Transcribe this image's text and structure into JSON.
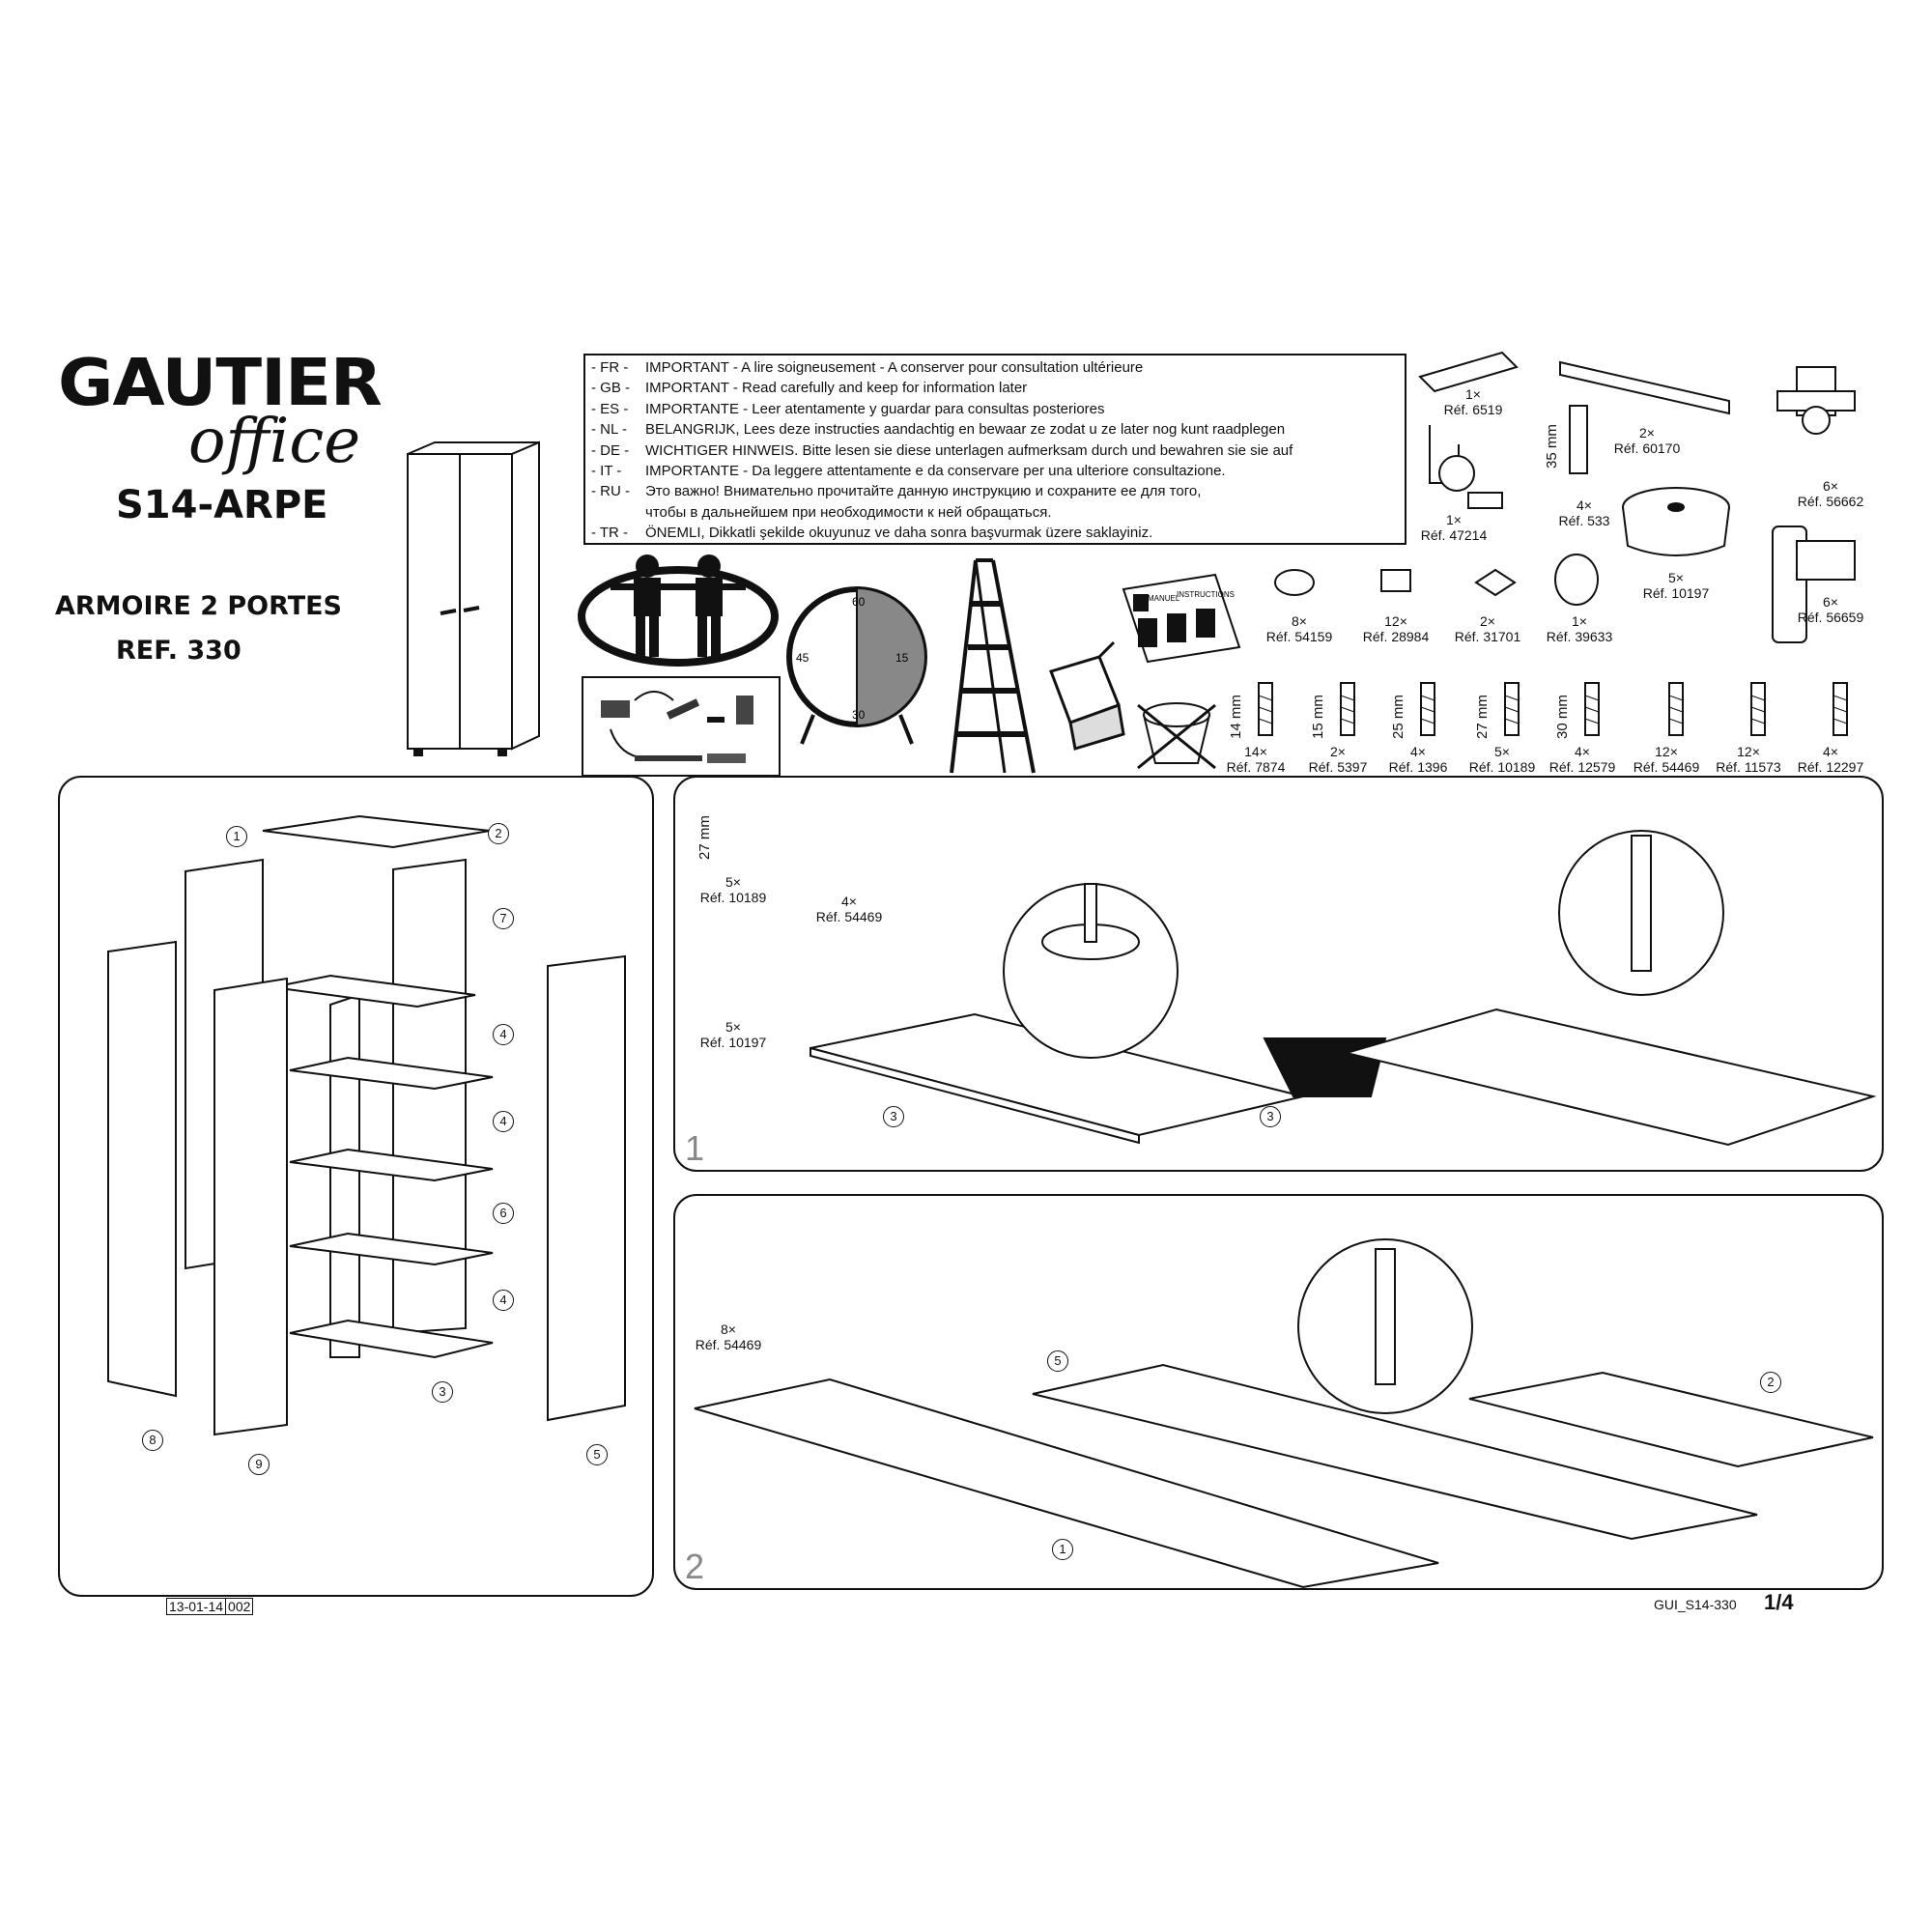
{
  "brand": {
    "name": "GAUTIER",
    "sub": "office"
  },
  "model": "S14-ARPE",
  "product": {
    "title": "ARMOIRE 2 PORTES",
    "ref": "REF. 330"
  },
  "warnings": [
    {
      "code": "- FR -",
      "text": "IMPORTANT - A lire soigneusement - A conserver pour consultation ultérieure"
    },
    {
      "code": "- GB -",
      "text": "IMPORTANT - Read carefully and keep for information later"
    },
    {
      "code": "- ES -",
      "text": "IMPORTANTE - Leer atentamente y guardar para consultas posteriores"
    },
    {
      "code": "- NL -",
      "text": "BELANGRIJK, Lees deze instructies aandachtig en bewaar ze zodat u ze later nog kunt raadplegen"
    },
    {
      "code": "- DE -",
      "text": "WICHTIGER HINWEIS. Bitte lesen sie diese unterlagen aufmerksam durch und bewahren sie sie auf"
    },
    {
      "code": "- IT -",
      "text": "IMPORTANTE - Da leggere attentamente e da conservare per una ulteriore consultazione."
    },
    {
      "code": "- RU -",
      "text": "Это важно! Внимательно прочитайте данную инструкцию и сохраните ее для того,"
    },
    {
      "code": "",
      "text": "чтобы в дальнейшем при необходимости к ней обращаться."
    },
    {
      "code": "- TR -",
      "text": "ÖNEMLI, Dikkatli şekilde okuyunuz ve daha sonra başvurmak üzere saklayiniz."
    }
  ],
  "clock": {
    "top": "60",
    "right": "15",
    "bottom": "30",
    "left": "45"
  },
  "manual_box": {
    "a": "MANUEL",
    "b": "INSTRUCTIONS"
  },
  "hardware_top": [
    {
      "qty": "1×",
      "ref": "Réf. 6519"
    },
    {
      "qty": "2×",
      "ref": "Réf. 60170"
    },
    {
      "qty": "6×",
      "ref": "Réf. 56662"
    },
    {
      "qty": "1×",
      "ref": "Réf. 47214"
    },
    {
      "qty": "4×",
      "ref": "Réf. 533",
      "dim": "35 mm"
    },
    {
      "qty": "5×",
      "ref": "Réf. 10197"
    },
    {
      "qty": "6×",
      "ref": "Réf. 56659"
    }
  ],
  "hardware_mid": [
    {
      "qty": "8×",
      "ref": "Réf. 54159"
    },
    {
      "qty": "12×",
      "ref": "Réf. 28984"
    },
    {
      "qty": "2×",
      "ref": "Réf. 31701"
    },
    {
      "qty": "1×",
      "ref": "Réf. 39633"
    }
  ],
  "hardware_bottom": [
    {
      "qty": "14×",
      "ref": "Réf. 7874",
      "dim": "14 mm"
    },
    {
      "qty": "2×",
      "ref": "Réf. 5397",
      "dim": "15 mm"
    },
    {
      "qty": "4×",
      "ref": "Réf. 1396",
      "dim": "25 mm"
    },
    {
      "qty": "5×",
      "ref": "Réf. 10189",
      "dim": "27 mm"
    },
    {
      "qty": "4×",
      "ref": "Réf. 12579",
      "dim": "30 mm"
    },
    {
      "qty": "12×",
      "ref": "Réf. 54469"
    },
    {
      "qty": "12×",
      "ref": "Réf. 11573"
    },
    {
      "qty": "4×",
      "ref": "Réf. 12297"
    }
  ],
  "exploded_labels": [
    "1",
    "2",
    "7",
    "4",
    "4",
    "6",
    "4",
    "3",
    "8",
    "9",
    "5"
  ],
  "step1": {
    "number": "1",
    "parts": [
      {
        "qty": "5×",
        "ref": "Réf. 10189",
        "dim": "27 mm"
      },
      {
        "qty": "4×",
        "ref": "Réf. 54469"
      },
      {
        "qty": "5×",
        "ref": "Réf. 10197"
      }
    ],
    "labels": [
      "3",
      "3"
    ]
  },
  "step2": {
    "number": "2",
    "parts": [
      {
        "qty": "8×",
        "ref": "Réf. 54469"
      }
    ],
    "labels": [
      "5",
      "2",
      "1"
    ]
  },
  "footer": {
    "date": "13-01-14",
    "rev": "002",
    "docref": "GUI_S14-330",
    "page": "1/4"
  }
}
